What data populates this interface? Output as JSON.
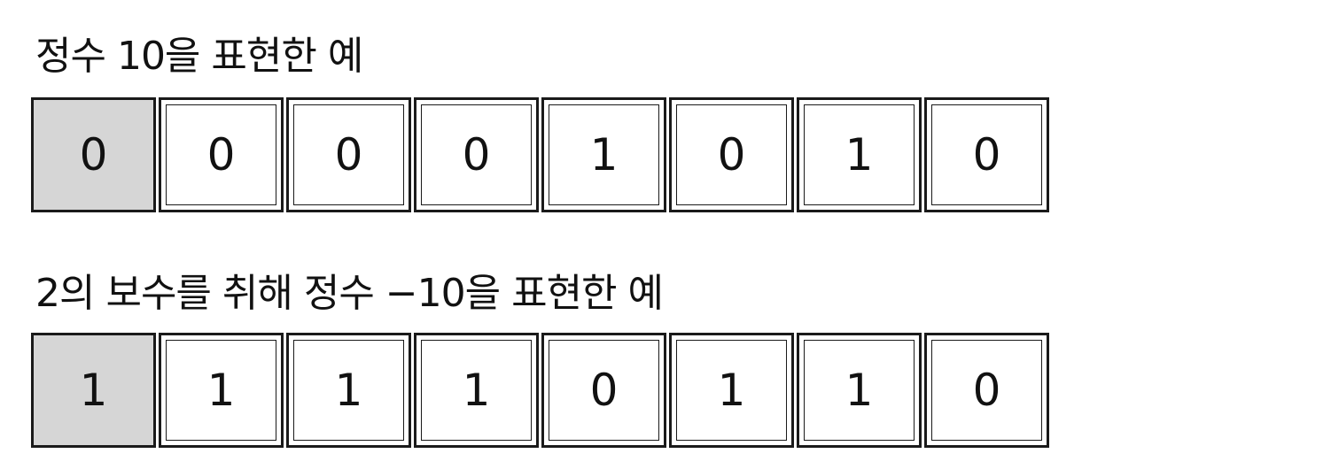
{
  "diagram": {
    "panels": [
      {
        "title": "정수 10을 표현한 예",
        "bits": [
          "0",
          "0",
          "0",
          "0",
          "1",
          "0",
          "1",
          "0"
        ]
      },
      {
        "title": "2의 보수를 취해 정수 −10을 표현한 예",
        "bits": [
          "1",
          "1",
          "1",
          "1",
          "0",
          "1",
          "1",
          "0"
        ]
      }
    ],
    "colors": {
      "sign_bit_fill": "#d6d6d6",
      "bit_fill": "#ffffff",
      "border": "#1a1a1a"
    }
  }
}
